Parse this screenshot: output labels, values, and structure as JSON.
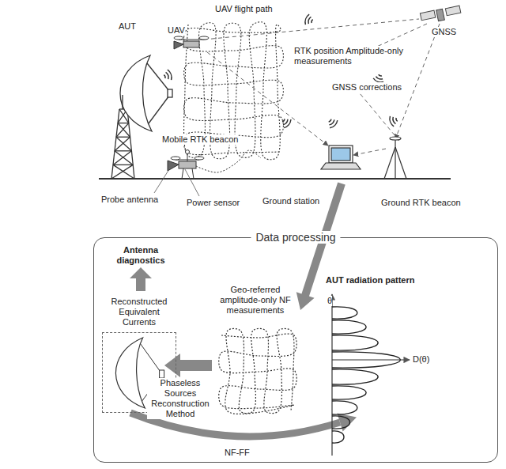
{
  "diagram": {
    "nodes": [
      {
        "text": [
          "Data processing"
        ]
      },
      {
        "text": [
          "Reconstructed Equivalent Currents"
        ],
        "in": 0
      }
    ],
    "labels": [
      "UAV flight path",
      "GNSS",
      "AUT",
      "UAV",
      "RTK position Amplitude-only measurements",
      "GNSS corrections",
      "Mobile RTK beacon",
      "Probe antenna",
      "Power sensor",
      "Ground station",
      "Ground RTK beacon",
      "Antenna diagnostics",
      "AUT radiation pattern",
      "θ",
      "Geo-referred amplitude-only NF measurements",
      "D(θ)",
      "Phaseless Sources Reconstruction Method",
      "NF-FF"
    ]
  }
}
